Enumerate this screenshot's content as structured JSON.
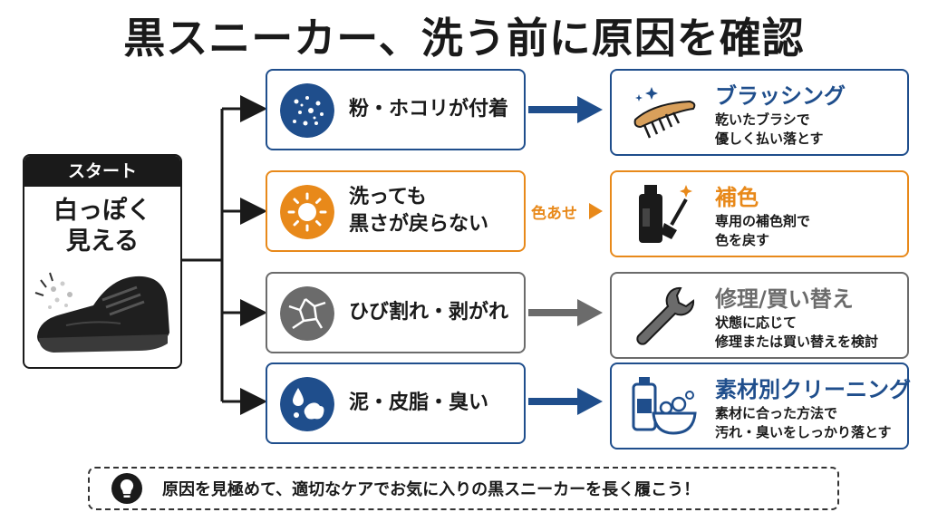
{
  "title": "黒スニーカー、洗う前に原因を確認",
  "colors": {
    "navy": "#1f4e8c",
    "orange": "#e8891a",
    "gray": "#6b6b6b",
    "dark": "#1a1a1a"
  },
  "start": {
    "header": "スタート",
    "line1": "白っぽく",
    "line2": "見える"
  },
  "branches": [
    {
      "cause": "粉・ホコリが付着",
      "icon": "dust-icon",
      "result_title": "ブラッシング",
      "result_desc": [
        "乾いたブラシで",
        "優しく払い落とす"
      ],
      "result_icon": "brush-icon",
      "color": "#1f4e8c"
    },
    {
      "cause_line1": "洗っても",
      "cause_line2": "黒さが戻らない",
      "icon": "sun-icon",
      "arrow_label": "色あせ",
      "result_title": "補色",
      "result_desc": [
        "専用の補色剤で",
        "色を戻す"
      ],
      "result_icon": "dye-bottle-icon",
      "color": "#e8891a"
    },
    {
      "cause": "ひび割れ・剥がれ",
      "icon": "crack-icon",
      "result_title": "修理/買い替え",
      "result_desc": [
        "状態に応じて",
        "修理または買い替えを検討"
      ],
      "result_icon": "wrench-icon",
      "color": "#6b6b6b"
    },
    {
      "cause": "泥・皮脂・臭い",
      "icon": "stain-icon",
      "result_title": "素材別クリーニング",
      "result_desc": [
        "素材に合った方法で",
        "汚れ・臭いをしっかり落とす"
      ],
      "result_icon": "detergent-icon",
      "color": "#1f4e8c"
    }
  ],
  "footer": "原因を見極めて、適切なケアでお気に入りの黒スニーカーを長く履こう！"
}
